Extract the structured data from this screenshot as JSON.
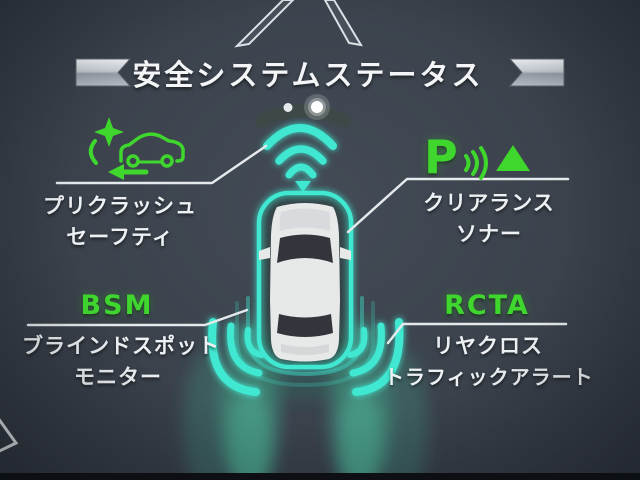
{
  "header": {
    "title": "安全システムステータス"
  },
  "systems": {
    "pre_collision": {
      "label_line1": "プリクラッシュ",
      "label_line2": "セーフティ",
      "icon": "collision-warning-icon"
    },
    "clearance_sonar": {
      "abbr": "P",
      "label_line1": "クリアランス",
      "label_line2": "ソナー",
      "icon": "parking-sonar-icon"
    },
    "bsm": {
      "abbr": "BSM",
      "label_line1": "ブラインドスポット",
      "label_line2": "モニター"
    },
    "rcta": {
      "abbr": "RCTA",
      "label_line1": "リヤクロス",
      "label_line2": "トラフィックアラート"
    }
  },
  "vehicle_graphic": {
    "view": "top-down-car",
    "front_sensor_wave_arcs": 3,
    "rear_sonar_arc_fans": 2,
    "sensor_dots": 2
  },
  "colors": {
    "active_green": "#3fd62e",
    "sonar_teal": "#3fe8d1",
    "background": "#3a414b",
    "text_white": "#eef1f3"
  }
}
